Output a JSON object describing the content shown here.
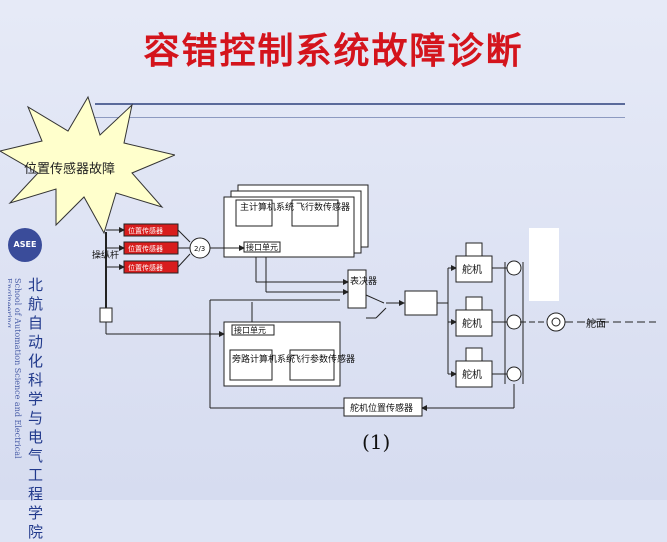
{
  "title": "容错控制系统故障诊断",
  "star_label": "位置传感器故障",
  "logo_text": "ASEE",
  "side_cn": "北航自动化科学与电气工程学院",
  "side_en": "School of Automation Science and Electrical Engineering",
  "diagram": {
    "red_sensor": "位置传感器",
    "vote": "2/3",
    "stick": "操纵杆",
    "main_computer": "主计算机系统",
    "flight_sensors": "飞行数传感器",
    "interface_unit": "接口单元",
    "voter": "表决器",
    "bypass_computer": "旁路计算机系统",
    "flight_params": "飞行参数传感器",
    "actuator": "舵机",
    "rudder": "舵面",
    "actuator_pos_sensor": "舵机位置传感器"
  },
  "caption": "(1)"
}
